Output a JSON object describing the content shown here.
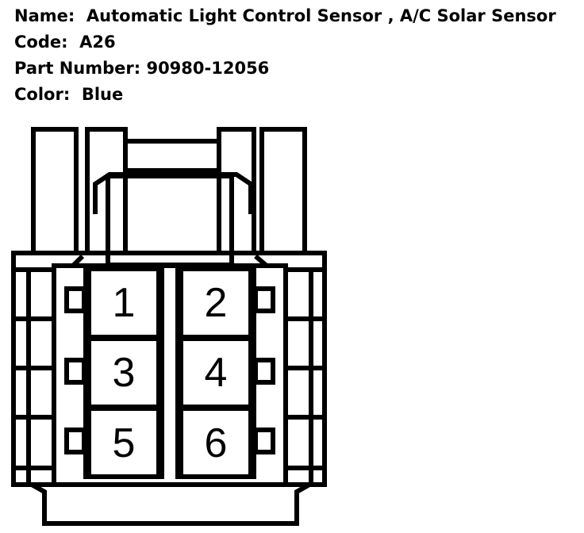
{
  "info": {
    "name_label": "Name:",
    "name_value": "Automatic Light Control Sensor , A/C Solar Sensor",
    "code_label": "Code:",
    "code_value": "A26",
    "part_label": "Part Number:",
    "part_value": "90980-12056",
    "color_label": "Color:",
    "color_value": "Blue"
  },
  "connector": {
    "pins": [
      "1",
      "2",
      "3",
      "4",
      "5",
      "6"
    ]
  }
}
